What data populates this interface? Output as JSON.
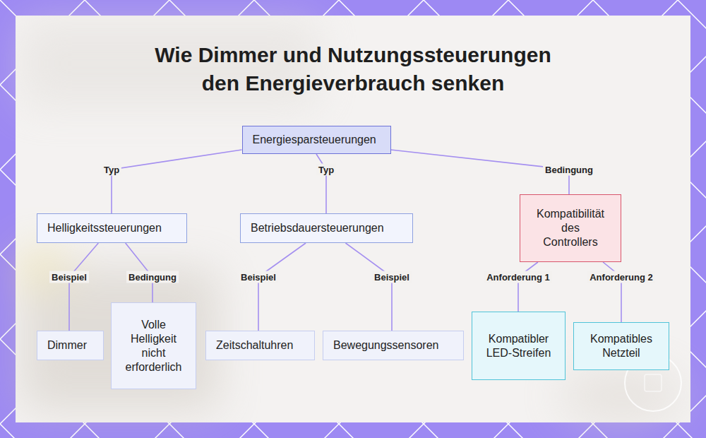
{
  "diagram": {
    "title": "Wie Dimmer und Nutzungssteuerungen den Energieverbrauch senken",
    "nodes": [
      {
        "text": [
          "Energiesparsteuerungen"
        ]
      },
      {
        "text": [
          "Helligkeitssteuerungen"
        ]
      },
      {
        "text": [
          "Betriebsdauersteuerungen"
        ]
      },
      {
        "text": [
          "Kompatibilität des Controllers"
        ]
      },
      {
        "text": [
          "Dimmer"
        ]
      },
      {
        "text": [
          "Volle Helligkeit nicht erforderlich"
        ]
      },
      {
        "text": [
          "Zeitschaltuhren"
        ]
      },
      {
        "text": [
          "Bewegungssensoren"
        ]
      },
      {
        "text": [
          "Kompatibler LED-Streifen"
        ]
      },
      {
        "text": [
          "Kompatibles Netzteil"
        ]
      }
    ],
    "edges": [
      {
        "from": 0,
        "to": 1,
        "label": "Typ",
        "arrow": "none"
      },
      {
        "from": 0,
        "to": 2,
        "label": "Typ",
        "arrow": "none"
      },
      {
        "from": 0,
        "to": 3,
        "label": "Bedingung",
        "arrow": "none"
      },
      {
        "from": 1,
        "to": 4,
        "label": "Beispiel",
        "arrow": "none"
      },
      {
        "from": 1,
        "to": 5,
        "label": "Bedingung",
        "arrow": "none"
      },
      {
        "from": 2,
        "to": 6,
        "label": "Beispiel",
        "arrow": "none"
      },
      {
        "from": 2,
        "to": 7,
        "label": "Beispiel",
        "arrow": "none"
      },
      {
        "from": 3,
        "to": 8,
        "label": "Anforderung 1",
        "arrow": "none"
      },
      {
        "from": 3,
        "to": 9,
        "label": "Anforderung 2",
        "arrow": "none"
      }
    ]
  }
}
